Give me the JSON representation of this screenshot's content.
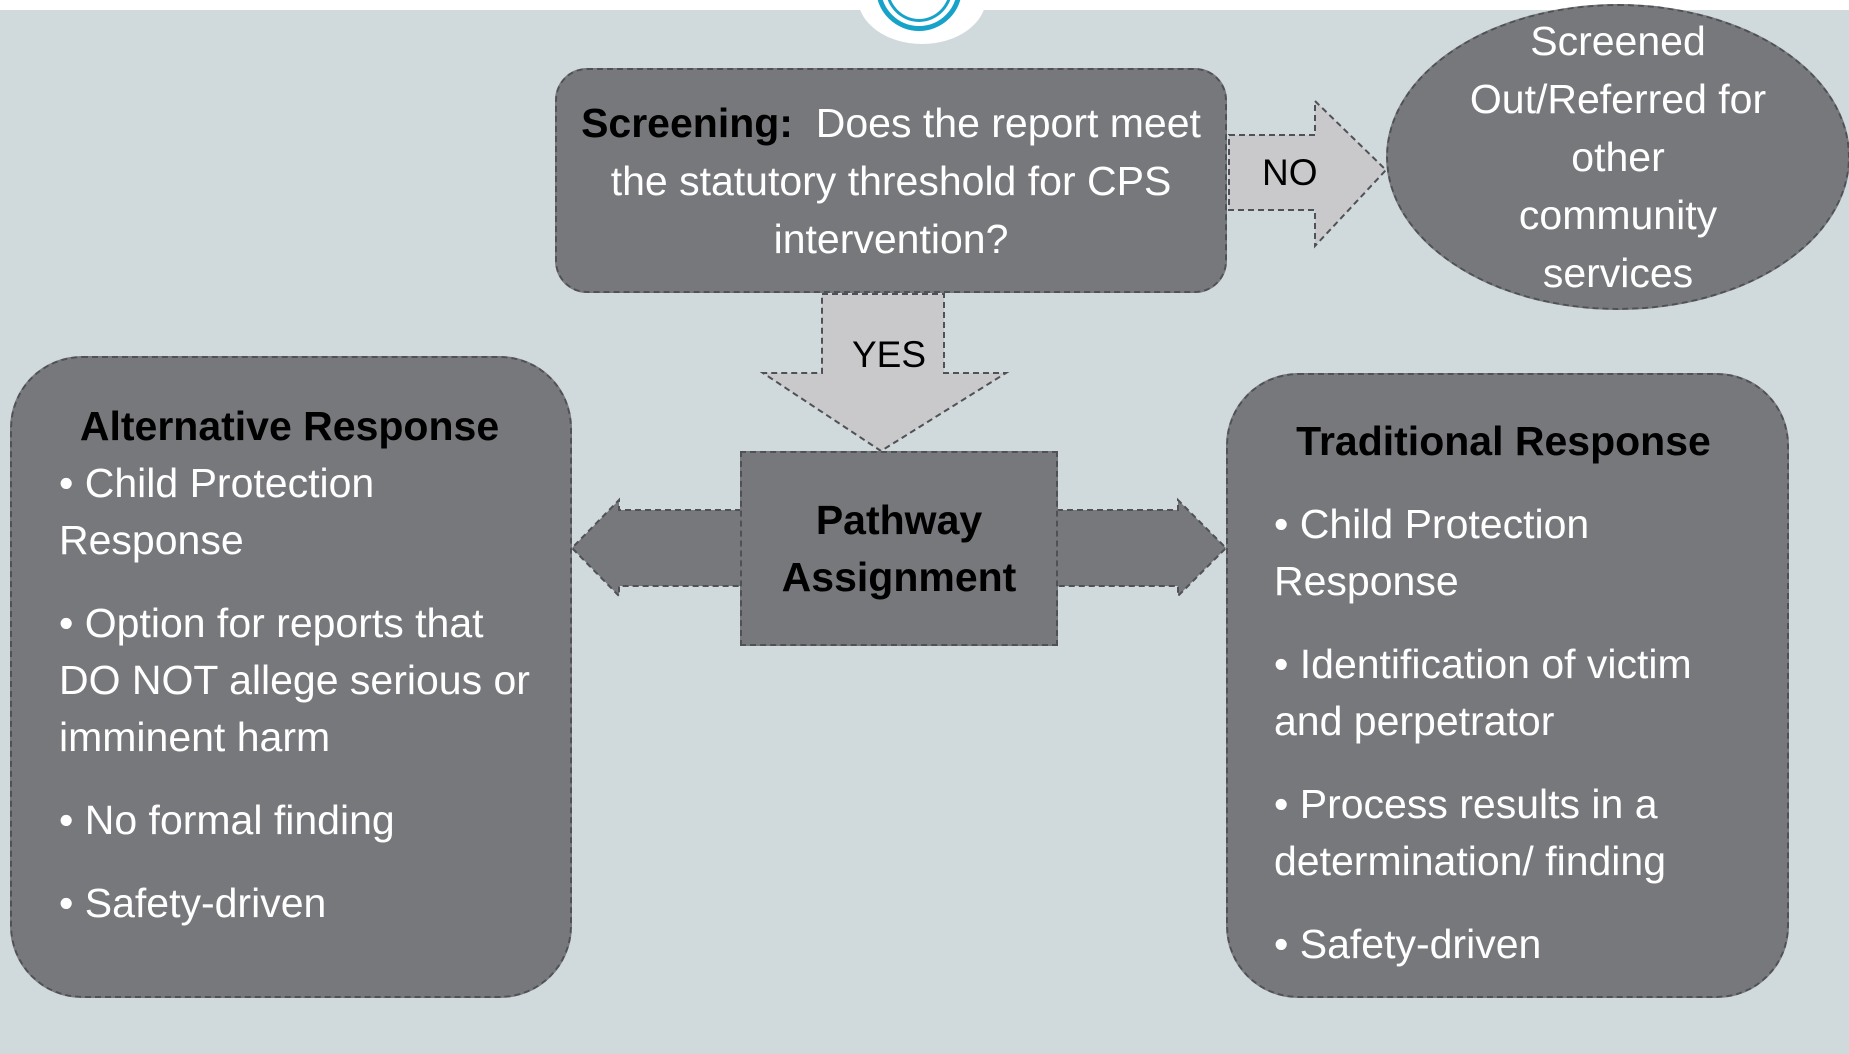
{
  "colors": {
    "background": "#d0d9dc",
    "box_fill": "#77787b",
    "box_border": "#505155",
    "arrow_fill": "#c9c9cb",
    "accent_logo": "#17a2c9"
  },
  "logo": {
    "icon": "circle-logo-icon"
  },
  "screening": {
    "label": "Screening:",
    "question": "Does the report meet the statutory threshold for CPS intervention?"
  },
  "no_arrow": {
    "label": "NO"
  },
  "screened_out": {
    "text": "Screened Out/Referred for other community services"
  },
  "yes_arrow": {
    "label": "YES"
  },
  "pathway": {
    "text": "Pathway Assignment"
  },
  "alternative": {
    "title": "Alternative Response",
    "items": [
      "•  Child Protection Response",
      "• Option for reports that DO NOT allege serious or imminent harm",
      "•  No formal finding",
      "•  Safety-driven"
    ]
  },
  "traditional": {
    "title": "Traditional Response",
    "items": [
      "•  Child Protection Response",
      "• Identification of victim and perpetrator",
      "• Process results in a determination/ finding",
      "•  Safety-driven"
    ]
  }
}
